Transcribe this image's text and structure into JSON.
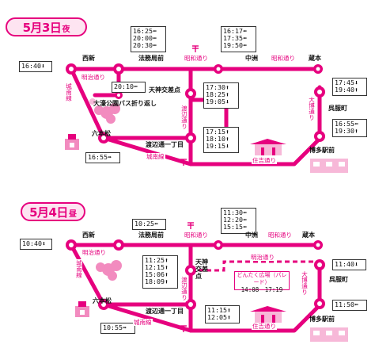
{
  "sections": [
    {
      "title_main": "5月3日",
      "title_sub": "夜",
      "stops": {
        "nishijin": "西新",
        "homukyoku": "法務局前",
        "nakasu": "中洲",
        "kura": "蔵本",
        "gofukumachi": "呉服町",
        "tenjin": "天神交差点",
        "ohori": "大濠公園バス折り返し",
        "ropponmatsu": "六本松",
        "watanabe": "渡辺通一丁目",
        "hakata": "博多駅前"
      },
      "roads": {
        "meiji": "明治通り",
        "showa_left": "昭和通り",
        "showa_right": "昭和通り",
        "watanabe": "渡辺通り",
        "jonan_left": "城南線",
        "jonan_bottom": "城南線",
        "taihaku": "大博通り",
        "sumiyoshi": "住吉通り"
      },
      "times": {
        "nishijin": [
          "16:40⬇"
        ],
        "homukyoku": [
          "16:25⬅",
          "20:00⬅",
          "20:30⬅"
        ],
        "nakasu": [
          "16:17⬅",
          "17:35⬅",
          "19:50⬅"
        ],
        "gofukumachi": [
          "17:45⬇",
          "19:40⬆"
        ],
        "ohori": [
          "20:10⬅"
        ],
        "tenjin": [
          "17:30⬆",
          "18:25⬆",
          "19:05⬇"
        ],
        "watanabe": [
          "17:15⬆",
          "18:10⬆",
          "19:15⬇"
        ],
        "ropponmatsu": [
          "16:55➡"
        ],
        "hakata": [
          "16:55⬅",
          "19:30⬆"
        ]
      }
    },
    {
      "title_main": "5月4日",
      "title_sub": "昼",
      "stops": {
        "nishijin": "西新",
        "homukyoku": "法務局前",
        "nakasu": "中洲",
        "kura": "蔵本",
        "gofukumachi": "呉服町",
        "tenjin": "天神交差点",
        "ropponmatsu": "六本松",
        "watanabe": "渡辺通一丁目",
        "hakata": "博多駅前"
      },
      "roads": {
        "meiji": "明治通り",
        "meiji_right": "明治通り",
        "showa_left": "昭和通り",
        "showa_right": "昭和通り",
        "watanabe": "渡辺通り",
        "jonan_left": "城南線",
        "jonan_bottom": "城南線",
        "taihaku": "大博通り",
        "sumiyoshi": "住吉通り"
      },
      "parade": {
        "label": "どんたく広場（パレード）",
        "times": "14:08　17:19"
      },
      "times": {
        "nishijin": [
          "10:40⬇"
        ],
        "homukyoku": [
          "10:25⬅"
        ],
        "nakasu": [
          "11:30⬅",
          "12:20⬅",
          "15:15⬅"
        ],
        "gofukumachi": [
          "11:40⬇"
        ],
        "tenjin": [
          "11:25⬆",
          "12:15⬆",
          "15:06⬆",
          "18:09⬆"
        ],
        "watanabe": [
          "11:15⬆",
          "12:05⬆"
        ],
        "ropponmatsu": [
          "10:55➡"
        ],
        "hakata": [
          "11:50⬅"
        ]
      }
    }
  ],
  "colors": {
    "route": "#e6007e",
    "route_light": "#f7b8d8",
    "text": "#111111",
    "node_center": "#ffffff"
  },
  "icons": [
    "post-office-icon",
    "castle-icon",
    "shrine-icon",
    "station-building-icon",
    "pink-flower-icon"
  ]
}
